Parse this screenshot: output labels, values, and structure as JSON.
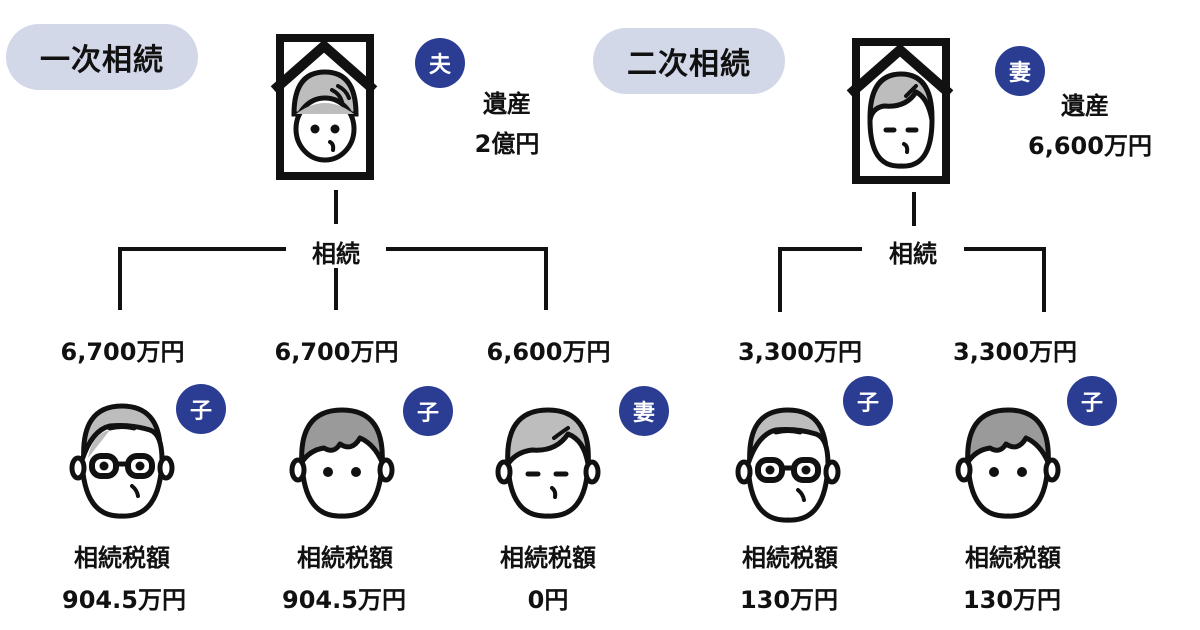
{
  "colors": {
    "badge_bg": "#2b3d93",
    "pill_bg": "#d3d8e8",
    "line": "#111111",
    "hair_light": "#bdbdbd",
    "hair_dark": "#9a9a9a"
  },
  "primary": {
    "title": "一次相続",
    "deceased": {
      "role": "夫",
      "estate_label": "遺産",
      "estate_value": "2億円",
      "icon": "memorial-portrait-husband-icon"
    },
    "split_label": "相続",
    "heirs": [
      {
        "role": "子",
        "share": "6,700万円",
        "tax_label": "相続税額",
        "tax_value": "904.5万円",
        "icon": "child-glasses-face-icon"
      },
      {
        "role": "子",
        "share": "6,700万円",
        "tax_label": "相続税額",
        "tax_value": "904.5万円",
        "icon": "child-face-icon"
      },
      {
        "role": "妻",
        "share": "6,600万円",
        "tax_label": "相続税額",
        "tax_value": "0円",
        "icon": "wife-face-icon"
      }
    ]
  },
  "secondary": {
    "title": "二次相続",
    "deceased": {
      "role": "妻",
      "estate_label": "遺産",
      "estate_value": "6,600万円",
      "icon": "memorial-portrait-wife-icon"
    },
    "split_label": "相続",
    "heirs": [
      {
        "role": "子",
        "share": "3,300万円",
        "tax_label": "相続税額",
        "tax_value": "130万円",
        "icon": "child-glasses-face-icon"
      },
      {
        "role": "子",
        "share": "3,300万円",
        "tax_label": "相続税額",
        "tax_value": "130万円",
        "icon": "child-face-icon"
      }
    ]
  }
}
